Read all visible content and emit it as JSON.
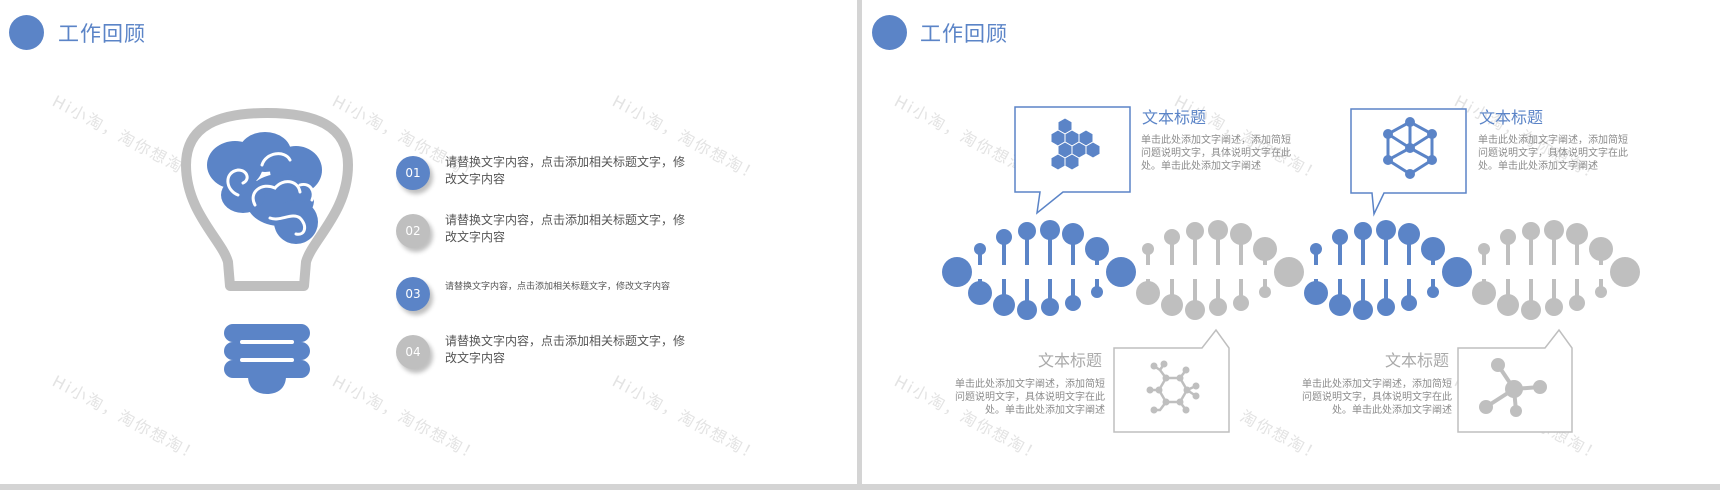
{
  "slides": [
    {
      "title": "工作回顾",
      "list_items": [
        {
          "number": "01",
          "text": "请替换文字内容，点击添加相关标题文字，修改文字内容",
          "color": "#5b84c7"
        },
        {
          "number": "02",
          "text": "请替换文字内容，点击添加相关标题文字，修改文字内容",
          "color": "#bfbfbf"
        },
        {
          "number": "03",
          "text": "请替换文字内容，点击添加相关标题文字，修改文字内容",
          "color": "#5b84c7"
        },
        {
          "number": "04",
          "text": "请替换文字内容，点击添加相关标题文字，修改文字内容",
          "color": "#bfbfbf"
        }
      ],
      "illustration": "lightbulb-brain-icon"
    },
    {
      "title": "工作回顾",
      "cards": [
        {
          "title": "文本标题",
          "body": "单击此处添加文字阐述，添加简短问题说明文字，具体说明文字在此处。单击此处添加文字阐述",
          "icon": "hexagon-cluster-icon",
          "color": "#5b84c7"
        },
        {
          "title": "文本标题",
          "body": "单击此处添加文字阐述，添加简短问题说明文字，具体说明文字在此处。单击此处添加文字阐述",
          "icon": "cube-network-icon",
          "color": "#5b84c7"
        },
        {
          "title": "文本标题",
          "body": "单击此处添加文字阐述，添加简短问题说明文字，具体说明文字在此处。单击此处添加文字阐述",
          "icon": "molecule-icon",
          "color": "#bfbfbf"
        },
        {
          "title": "文本标题",
          "body": "单击此处添加文字阐述，添加简短问题说明文字，具体说明文字在此处。单击此处添加文字阐述",
          "icon": "node-network-icon",
          "color": "#bfbfbf"
        }
      ],
      "illustration": "dna-helix"
    }
  ],
  "watermark": "Hi小淘，淘你想淘！",
  "colors": {
    "accent": "#5b84c7",
    "neutral": "#bfbfbf",
    "divider": "#d4d4d4"
  }
}
